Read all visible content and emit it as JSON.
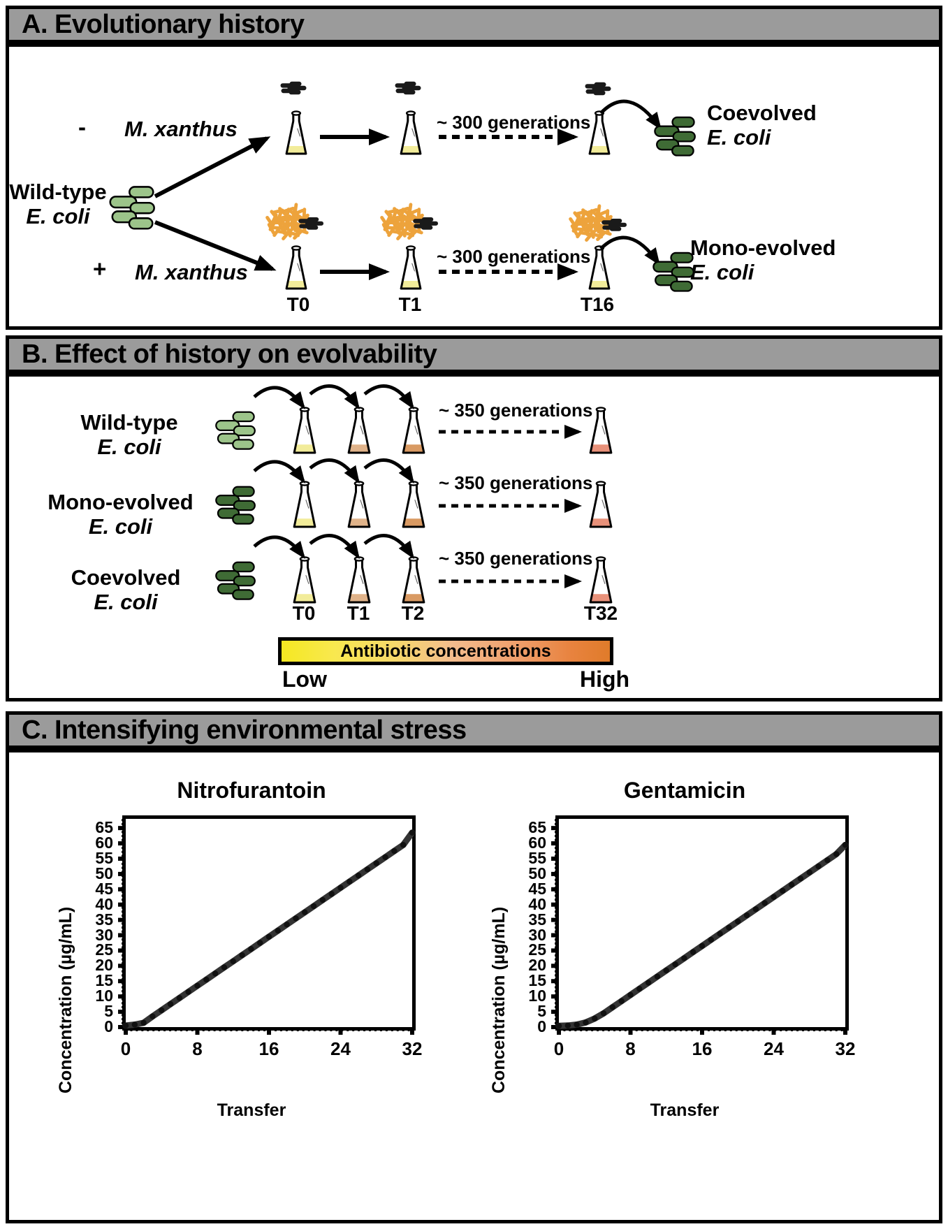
{
  "panels": {
    "a": {
      "header": "A.  Evolutionary history"
    },
    "b": {
      "header": "B. Effect of history on evolvability"
    },
    "c": {
      "header": "C. Intensifying environmental stress"
    }
  },
  "panel_a": {
    "source_label_line1": "Wild-type",
    "source_label_line2": "E. coli",
    "branch_top_sign": "-",
    "branch_top_species": "M. xanthus",
    "branch_bottom_sign": "+",
    "branch_bottom_species": "M. xanthus",
    "generations_top": "~ 300 generations",
    "generations_bottom": "~ 300 generations",
    "outcome_top_line1": "Coevolved",
    "outcome_top_line2": "E. coli",
    "outcome_bottom_line1": "Mono-evolved",
    "outcome_bottom_line2": "E. coli",
    "transfer_labels": [
      "T0",
      "T1",
      "T16"
    ]
  },
  "panel_b": {
    "rows": [
      {
        "name_line1": "Wild-type",
        "name_line2": "E. coli",
        "cluster_color": "light-green",
        "generations": "~ 350 generations"
      },
      {
        "name_line1": "Mono-evolved",
        "name_line2": "E. coli",
        "cluster_color": "dark-green",
        "generations": "~ 350 generations"
      },
      {
        "name_line1": "Coevolved",
        "name_line2": "E. coli",
        "cluster_color": "dark-green",
        "generations": "~ 350 generations"
      }
    ],
    "transfer_labels": [
      "T0",
      "T1",
      "T2"
    ],
    "final_transfer_label": "T32",
    "gradient": {
      "caption": "Antibiotic concentrations",
      "low_label": "Low",
      "high_label": "High",
      "start_color": "#f5e821",
      "end_color": "#e07b2a"
    }
  },
  "chart_data": [
    {
      "type": "line",
      "title": "Nitrofurantoin",
      "xlabel": "Transfer",
      "ylabel": "Concentration (µg/mL)",
      "xlim": [
        0,
        32
      ],
      "ylim": [
        0,
        68
      ],
      "xticks": [
        0,
        8,
        16,
        24,
        32
      ],
      "yticks": [
        0,
        5,
        10,
        15,
        20,
        25,
        30,
        35,
        40,
        45,
        50,
        55,
        60,
        65
      ],
      "grid": false,
      "legend": "none",
      "x": [
        0,
        1,
        2,
        3,
        4,
        5,
        6,
        7,
        8,
        9,
        10,
        11,
        12,
        13,
        14,
        15,
        16,
        17,
        18,
        19,
        20,
        21,
        22,
        23,
        24,
        25,
        26,
        27,
        28,
        29,
        30,
        31,
        32
      ],
      "values": [
        0.5,
        0.8,
        1.4,
        3.5,
        5.5,
        7.5,
        9.5,
        11.5,
        13.5,
        15.5,
        17.5,
        19.5,
        21.5,
        23.5,
        25.5,
        27.5,
        29.5,
        31.5,
        33.5,
        35.5,
        37.5,
        39.5,
        41.5,
        43.5,
        45.5,
        47.5,
        49.5,
        51.5,
        53.5,
        55.5,
        57.5,
        59.5,
        63.5
      ]
    },
    {
      "type": "line",
      "title": "Gentamicin",
      "xlabel": "Transfer",
      "ylabel": "Concentration (µg/mL)",
      "xlim": [
        0,
        32
      ],
      "ylim": [
        0,
        68
      ],
      "xticks": [
        0,
        8,
        16,
        24,
        32
      ],
      "yticks": [
        0,
        5,
        10,
        15,
        20,
        25,
        30,
        35,
        40,
        45,
        50,
        55,
        60,
        65
      ],
      "grid": false,
      "legend": "none",
      "x": [
        0,
        1,
        2,
        3,
        4,
        5,
        6,
        7,
        8,
        9,
        10,
        11,
        12,
        13,
        14,
        15,
        16,
        17,
        18,
        19,
        20,
        21,
        22,
        23,
        24,
        25,
        26,
        27,
        28,
        29,
        30,
        31,
        32
      ],
      "values": [
        0.4,
        0.5,
        0.8,
        1.5,
        2.8,
        4.5,
        6.5,
        8.5,
        10.5,
        12.5,
        14.5,
        16.5,
        18.5,
        20.5,
        22.5,
        24.5,
        26.5,
        28.5,
        30.5,
        32.5,
        34.5,
        36.5,
        38.5,
        40.5,
        42.5,
        44.5,
        46.5,
        48.5,
        50.5,
        52.5,
        54.5,
        56.5,
        59.5
      ]
    }
  ],
  "colors": {
    "header_gray": "#9b9b9b",
    "flask_yellow": "#f2ec9a",
    "flask_tan": "#e0b38a",
    "flask_orange": "#d99a63",
    "flask_salmon": "#e8917a",
    "cluster_light_green": "#9cc48a",
    "cluster_dark_green": "#3f6b35",
    "myxo_orange": "#eda33c",
    "myxo_black": "#1a1a1a"
  }
}
